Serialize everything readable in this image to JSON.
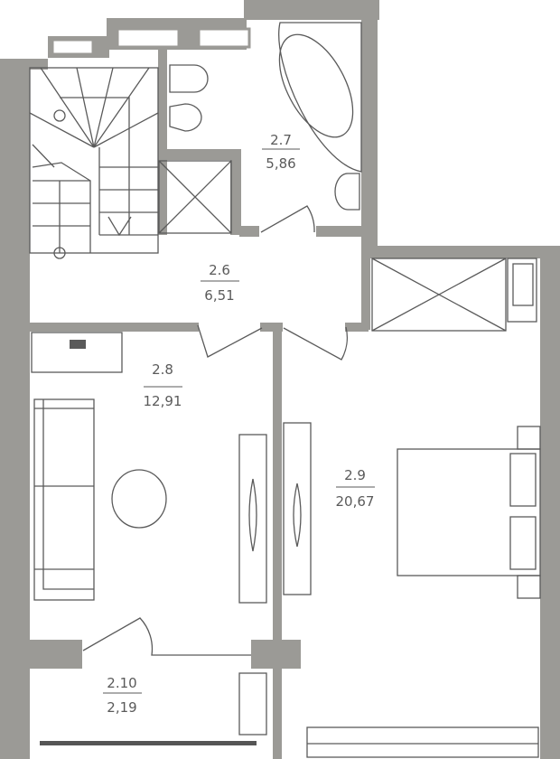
{
  "plan": {
    "colors": {
      "wall": "#9b9a96",
      "line": "#5a5a5a"
    },
    "rooms": [
      {
        "number": "2.6",
        "area": "6,51"
      },
      {
        "number": "2.7",
        "area": "5,86"
      },
      {
        "number": "2.8",
        "area": "12,91"
      },
      {
        "number": "2.9",
        "area": "20,67"
      },
      {
        "number": "2.10",
        "area": "2,19"
      }
    ]
  }
}
